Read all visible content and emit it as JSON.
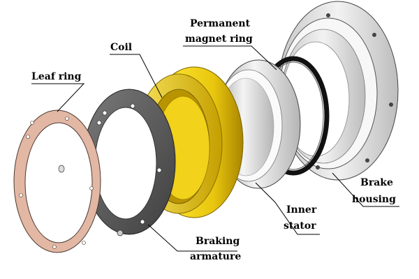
{
  "diagram": {
    "labels": {
      "leaf_ring": "Leaf ring",
      "coil": "Coil",
      "permanent_magnet_ring_line1": "Permanent",
      "permanent_magnet_ring_line2": "magnet ring",
      "braking_armature_line1": "Braking",
      "braking_armature_line2": "armature",
      "inner_stator_line1": "Inner",
      "inner_stator_line2": "stator",
      "brake_housing_line1": "Brake",
      "brake_housing_line2": "housing"
    },
    "colors": {
      "leaf_ring": "#e2b7a4",
      "braking_armature": "#5d5d5d",
      "coil": "#f3d21a",
      "inner_stator": "#e6e6e6",
      "permanent_magnet_ring": "#1a1a1a",
      "brake_housing": "#d9d9d9"
    }
  }
}
